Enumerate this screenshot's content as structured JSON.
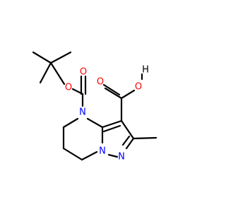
{
  "molecule": {
    "atom_labels": {
      "o_ether": "O",
      "o_carbonyl_boc": "O",
      "n4": "N",
      "o_acid_carbonyl": "O",
      "o_acid_hydroxyl": "O",
      "h_acid": "H",
      "n_bridge": "N",
      "n2": "N"
    },
    "colors": {
      "bond": "#000000",
      "oxygen": "#ff0000",
      "nitrogen": "#0000ff"
    }
  }
}
